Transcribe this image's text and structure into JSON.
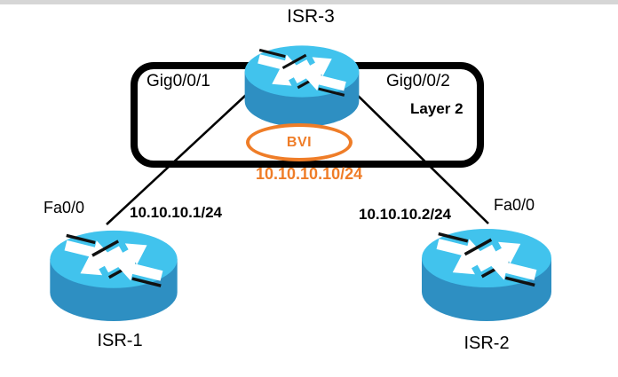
{
  "diagram": {
    "description": "Network topology: ISR-3 bridging two routers via BVI",
    "nodes": {
      "isr3": {
        "name": "ISR-3",
        "left_interface": "Gig0/0/1",
        "right_interface": "Gig0/0/2"
      },
      "isr1": {
        "name": "ISR-1",
        "interface": "Fa0/0",
        "ip": "10.10.10.1/24"
      },
      "isr2": {
        "name": "ISR-2",
        "interface": "Fa0/0",
        "ip": "10.10.10.2/24"
      }
    },
    "bridge": {
      "boundary_label": "Layer 2",
      "bvi_label": "BVI",
      "bvi_ip": "10.10.10.10/24"
    },
    "links": [
      {
        "from": "ISR-3 Gig0/0/1",
        "to": "ISR-1 Fa0/0"
      },
      {
        "from": "ISR-3 Gig0/0/2",
        "to": "ISR-2 Fa0/0"
      }
    ],
    "colors": {
      "router_top": "#41c3ed",
      "router_side": "#2e8fc2",
      "accent_orange": "#ef7d28",
      "line": "#000000",
      "boundary_box": "#000000",
      "top_strip": "#d6d6d6"
    }
  }
}
